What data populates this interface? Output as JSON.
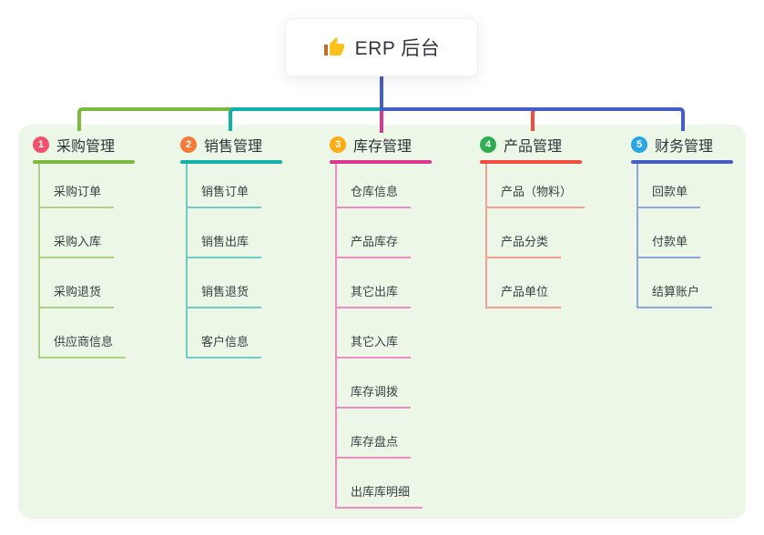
{
  "root": {
    "title": "ERP 后台",
    "icon": "thumbs-up-icon"
  },
  "colors": {
    "panel_bg": "#ECF7E7",
    "root_connector": "#455EC5",
    "text": "#33363B"
  },
  "branches": [
    {
      "number": "1",
      "title": "采购管理",
      "badge_color": "#F2526E",
      "line_color": "#7CB93E",
      "child_line_color": "#ADD287",
      "children": [
        "采购订单",
        "采购入库",
        "采购退货",
        "供应商信息"
      ]
    },
    {
      "number": "2",
      "title": "销售管理",
      "badge_color": "#F57A38",
      "line_color": "#11B3A8",
      "child_line_color": "#6FCCC3",
      "children": [
        "销售订单",
        "销售出库",
        "销售退货",
        "客户信息"
      ]
    },
    {
      "number": "3",
      "title": "库存管理",
      "badge_color": "#FAAD14",
      "line_color": "#D8388F",
      "child_line_color": "#EE8CC2",
      "children": [
        "仓库信息",
        "产品库存",
        "其它出库",
        "其它入库",
        "库存调拨",
        "库存盘点",
        "出库库明细"
      ]
    },
    {
      "number": "4",
      "title": "产品管理",
      "badge_color": "#2EAE4F",
      "line_color": "#F24B3F",
      "child_line_color": "#F79E94",
      "children": [
        "产品（物料）",
        "产品分类",
        "产品单位"
      ]
    },
    {
      "number": "5",
      "title": "财务管理",
      "badge_color": "#29A6E1",
      "line_color": "#455EC5",
      "child_line_color": "#8FA6DE",
      "children": [
        "回款单",
        "付款单",
        "结算账户"
      ]
    }
  ]
}
